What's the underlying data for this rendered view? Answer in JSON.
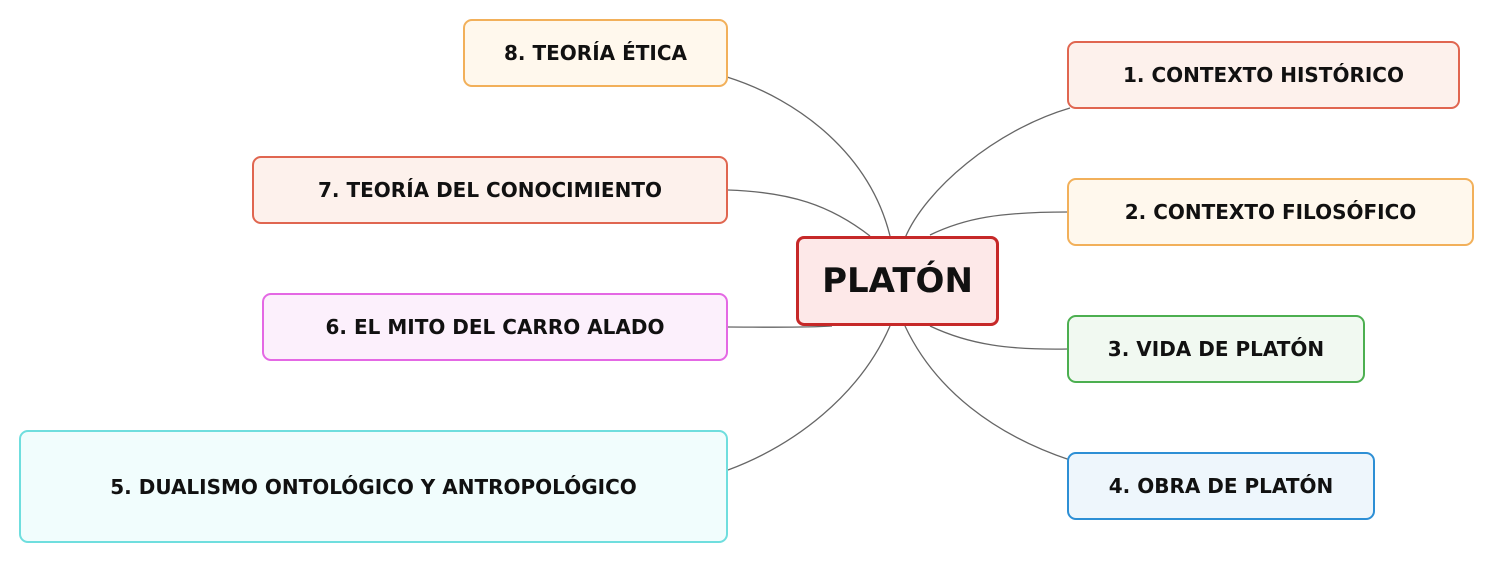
{
  "central": {
    "label": "PLATÓN",
    "border_color": "#c62828",
    "fill_color": "#fde8e8"
  },
  "branches": [
    {
      "id": "b1",
      "label": "1. CONTEXTO HISTÓRICO",
      "border_color": "#e06650",
      "fill_color": "#fdf1ec"
    },
    {
      "id": "b2",
      "label": "2. CONTEXTO FILOSÓFICO",
      "border_color": "#f2b05a",
      "fill_color": "#fff8ed"
    },
    {
      "id": "b3",
      "label": "3. VIDA DE PLATÓN",
      "border_color": "#4caf50",
      "fill_color": "#f1f9f1"
    },
    {
      "id": "b4",
      "label": "4. OBRA DE PLATÓN",
      "border_color": "#2d8fd5",
      "fill_color": "#eef6fc"
    },
    {
      "id": "b5",
      "label": "5. DUALISMO ONTOLÓGICO Y ANTROPOLÓGICO",
      "border_color": "#6fdede",
      "fill_color": "#f1fdfd"
    },
    {
      "id": "b6",
      "label": "6. EL MITO DEL CARRO ALADO",
      "border_color": "#e468e4",
      "fill_color": "#fcf0fc"
    },
    {
      "id": "b7",
      "label": "7. TEORÍA DEL CONOCIMIENTO",
      "border_color": "#e06650",
      "fill_color": "#fdf1ec"
    },
    {
      "id": "b8",
      "label": "8. TEORÍA ÉTICA",
      "border_color": "#f2b05a",
      "fill_color": "#fff8ed"
    }
  ],
  "connector_color": "#666666"
}
